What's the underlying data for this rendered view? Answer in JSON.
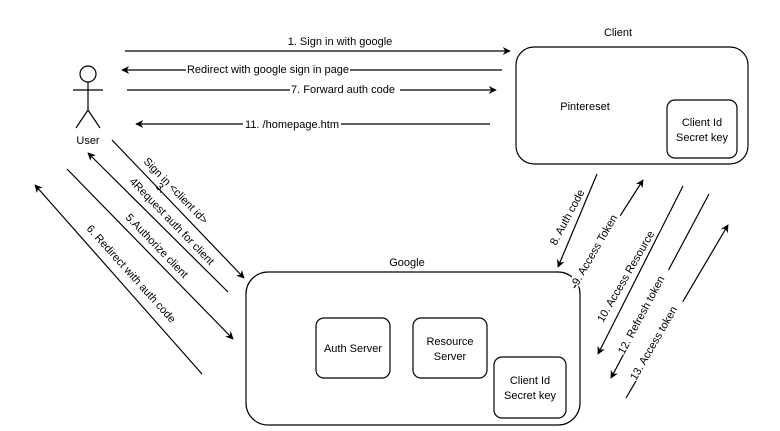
{
  "actors": {
    "user": "User"
  },
  "containers": {
    "client": {
      "title": "Client",
      "app_name": "Pintereset",
      "credentials": [
        "Client Id",
        "Secret key"
      ]
    },
    "google": {
      "title": "Google",
      "auth_server": "Auth Server",
      "resource_server": [
        "Resource",
        "Server"
      ],
      "credentials": [
        "Client Id",
        "Secret key"
      ]
    }
  },
  "arrows": {
    "a1": "1. Sign in with google",
    "a2": "Redirect with google sign in page",
    "a7": "7. Forward auth code",
    "a11": "11. /homepage.htm",
    "a3_line1": "Sign in <client id>",
    "a3_line2": "3.",
    "a4": "4Request auth for client",
    "a5": "5.Authorize client",
    "a6": "6. Redirect with auth code",
    "a8": "8. Auth code",
    "a9": "9. Access Token",
    "a10": "10. Access Resource",
    "a12": "12. Refresh token",
    "a13": "13. Access token"
  }
}
